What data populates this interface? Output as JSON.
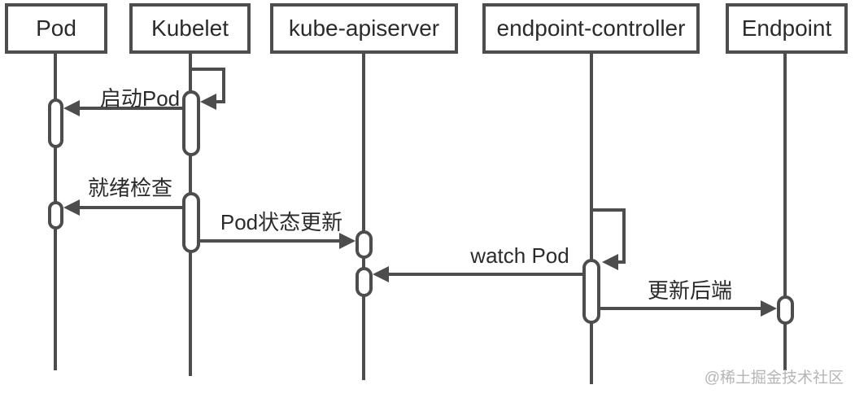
{
  "diagram": {
    "type": "sequence",
    "actors": [
      {
        "label": "Pod"
      },
      {
        "label": "Kubelet"
      },
      {
        "label": "kube-apiserver"
      },
      {
        "label": "endpoint-controller"
      },
      {
        "label": "Endpoint"
      }
    ],
    "messages": [
      {
        "label": "启动Pod",
        "from": "Kubelet",
        "to": "Pod",
        "direction": "left"
      },
      {
        "label": "就绪检查",
        "from": "Kubelet",
        "to": "Pod",
        "direction": "left"
      },
      {
        "label": "Pod状态更新",
        "from": "Kubelet",
        "to": "kube-apiserver",
        "direction": "right"
      },
      {
        "label": "watch Pod",
        "from": "endpoint-controller",
        "to": "kube-apiserver",
        "direction": "left"
      },
      {
        "label": "更新后端",
        "from": "endpoint-controller",
        "to": "Endpoint",
        "direction": "right"
      }
    ],
    "self_loops": [
      {
        "actor": "Kubelet"
      },
      {
        "actor": "endpoint-controller"
      }
    ],
    "watermark": "@稀土掘金技术社区",
    "colors": {
      "line": "#4d4d4d",
      "text": "#2b2b2b",
      "watermark": "#b5b5b5",
      "background": "#ffffff"
    }
  }
}
